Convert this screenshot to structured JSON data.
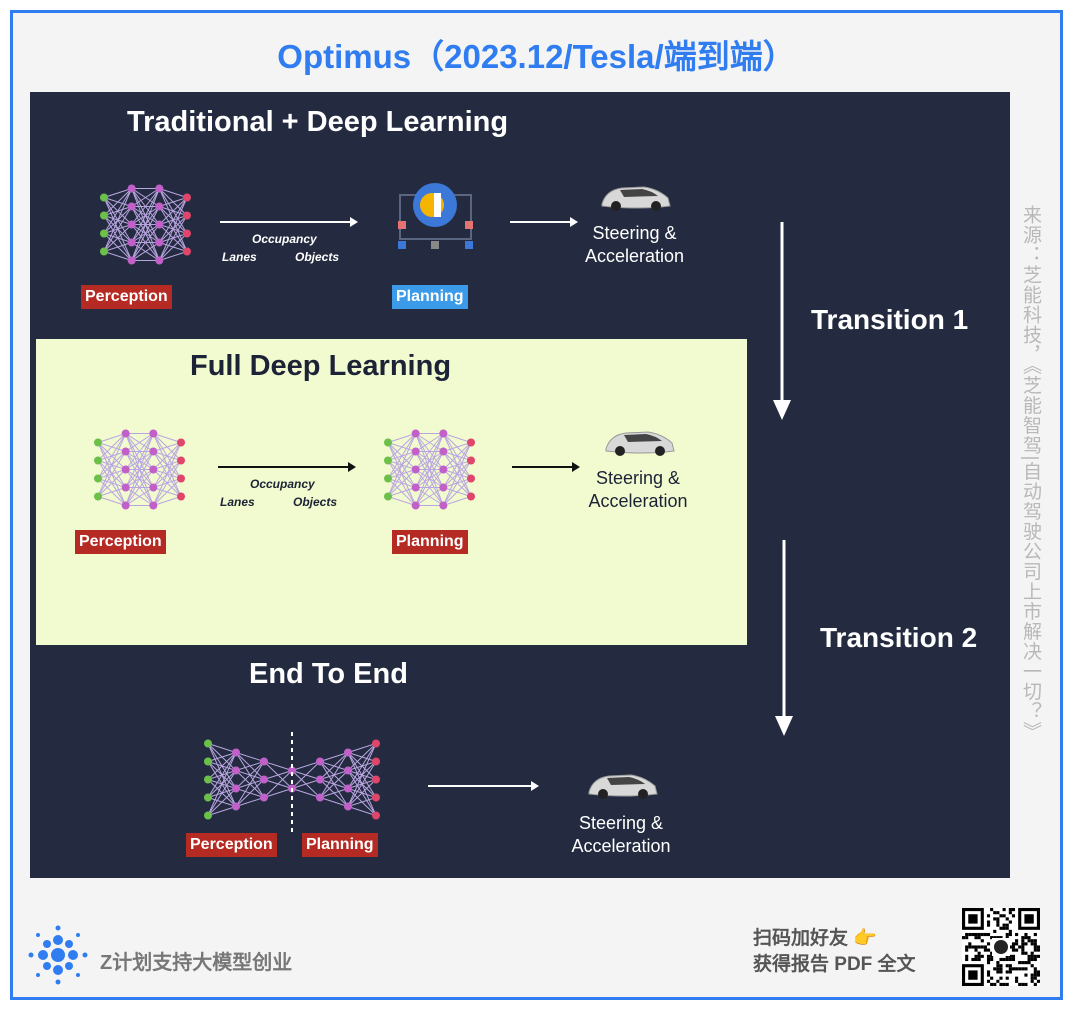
{
  "title": "Optimus（2023.12/Tesla/端到端）",
  "sections": {
    "s1": {
      "title": "Traditional + Deep Learning",
      "perception": "Perception",
      "planning": "Planning",
      "occupancy": "Occupancy",
      "lanes": "Lanes",
      "objects": "Objects",
      "steer1": "Steering &",
      "steer2": "Acceleration"
    },
    "s2": {
      "title": "Full Deep Learning",
      "perception": "Perception",
      "planning": "Planning",
      "occupancy": "Occupancy",
      "lanes": "Lanes",
      "objects": "Objects",
      "steer1": "Steering &",
      "steer2": "Acceleration"
    },
    "s3": {
      "title": "End To End",
      "perception": "Perception",
      "planning": "Planning",
      "steer1": "Steering &",
      "steer2": "Acceleration"
    }
  },
  "transitions": {
    "t1": "Transition 1",
    "t2": "Transition 2"
  },
  "side_note": "来源：芝能科技，《芝能智驾|自动驾驶公司上市解决一切？》",
  "footer": {
    "brand": "Z计划支持大模型创业",
    "cta1": "扫码加好友 👉",
    "cta2": "获得报告 PDF 全文"
  },
  "colors": {
    "accent": "#2f7df0",
    "panel": "#242b40",
    "highlight": "#f2fad0",
    "label_red": "#b52a22",
    "label_blue": "#3c9be8"
  }
}
